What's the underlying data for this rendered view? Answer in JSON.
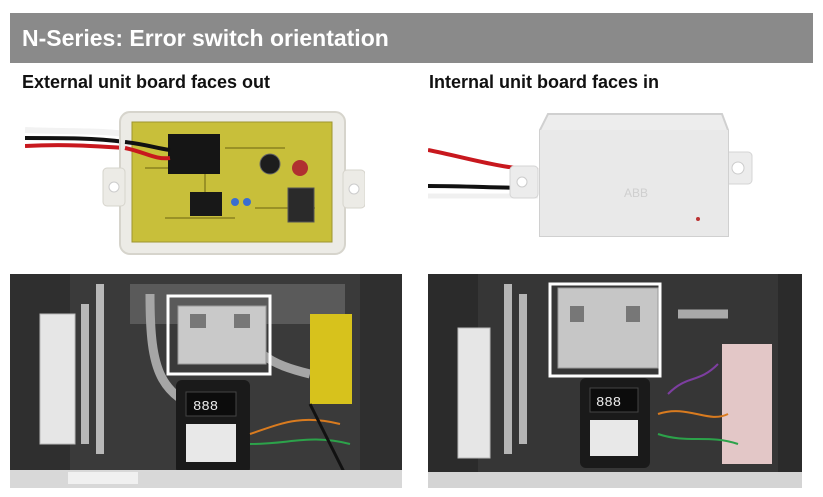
{
  "title": "N-Series: Error switch orientation",
  "left_caption": "External unit board faces out",
  "right_caption": "Internal unit board faces in",
  "box_label": "ABB",
  "display_digits": "888"
}
